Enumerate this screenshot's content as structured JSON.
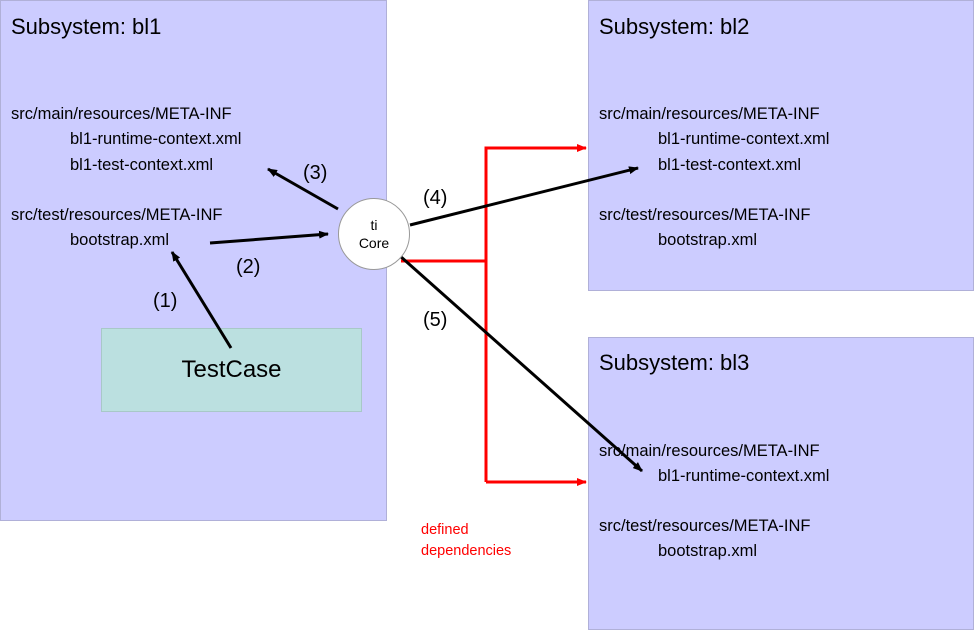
{
  "subsystems": [
    {
      "title": "Subsystem: bl1",
      "main_path": "src/main/resources/META-INF",
      "main_files": [
        "bl1-runtime-context.xml",
        "bl1-test-context.xml"
      ],
      "test_path": "src/test/resources/META-INF",
      "test_files": [
        "bootstrap.xml"
      ]
    },
    {
      "title": "Subsystem: bl2",
      "main_path": "src/main/resources/META-INF",
      "main_files": [
        "bl1-runtime-context.xml",
        "bl1-test-context.xml"
      ],
      "test_path": "src/test/resources/META-INF",
      "test_files": [
        "bootstrap.xml"
      ]
    },
    {
      "title": "Subsystem: bl3",
      "main_path": "src/main/resources/META-INF",
      "main_files": [
        "bl1-runtime-context.xml"
      ],
      "test_path": "src/test/resources/META-INF",
      "test_files": [
        "bootstrap.xml"
      ]
    }
  ],
  "testcase": {
    "label": "TestCase"
  },
  "core": {
    "line1": "ti",
    "line2": "Core"
  },
  "steps": [
    "(1)",
    "(2)",
    "(3)",
    "(4)",
    "(5)"
  ],
  "dependencies_label": {
    "line1": "defined",
    "line2": "dependencies"
  },
  "colors": {
    "subsystem_fill": "#ccccff",
    "testcase_fill": "#bbe0e0",
    "dependency": "#ff0000",
    "arrow": "#000000"
  }
}
